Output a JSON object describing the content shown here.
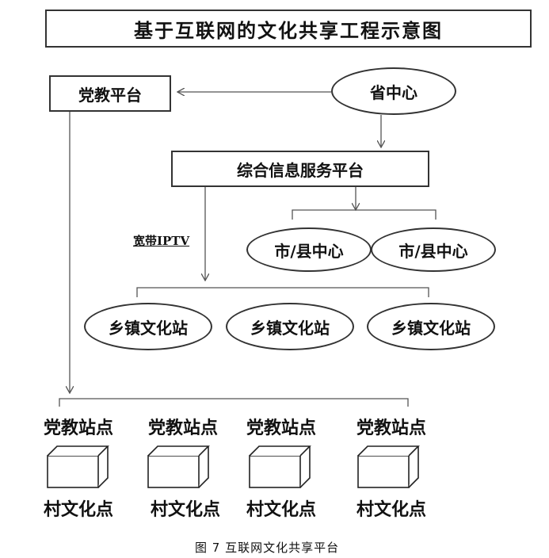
{
  "title": "基于互联网的文化共享工程示意图",
  "nodes": {
    "party_platform": "党教平台",
    "province_center": "省中心",
    "info_service_platform": "综合信息服务平台",
    "iptv_label": "宽带IPTV",
    "city_county_centers": [
      "市/县中心",
      "市/县中心"
    ],
    "township_stations": [
      "乡镇文化站",
      "乡镇文化站",
      "乡镇文化站"
    ],
    "party_stations": [
      "党教站点",
      "党教站点",
      "党教站点",
      "党教站点"
    ],
    "village_points": [
      "村文化点",
      "村文化点",
      "村文化点",
      "村文化点"
    ]
  },
  "caption": "图 7   互联网文化共享平台"
}
